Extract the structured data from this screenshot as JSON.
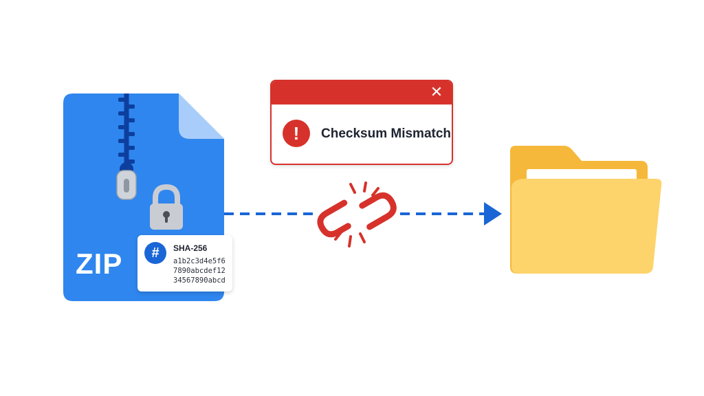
{
  "zip": {
    "label": "ZIP"
  },
  "hash": {
    "symbol": "#",
    "algorithm": "SHA-256",
    "lines": [
      "a1b2c3d4e5f6",
      "7890abcdef12",
      "34567890abcd"
    ]
  },
  "dialog": {
    "close_symbol": "✕",
    "alert_symbol": "!",
    "message": "Checksum Mismatch"
  },
  "icons": {
    "zip_file": "zip-file-icon",
    "zipper": "zipper-icon",
    "padlock": "padlock-icon",
    "broken_link": "broken-link-icon",
    "folder": "folder-icon",
    "alert": "alert-icon",
    "close": "close-icon",
    "arrow": "arrow-right-icon"
  },
  "colors": {
    "zip_blue": "#2f86ee",
    "zip_fold": "#a9cdfa",
    "zipper_dark": "#0d3f9e",
    "lock_gray": "#c9cdd3",
    "arrow_blue": "#1a66d6",
    "error_red": "#d6322b",
    "folder_back": "#f6b83a",
    "folder_front": "#fdd36b",
    "folder_paper": "#ffffff"
  }
}
